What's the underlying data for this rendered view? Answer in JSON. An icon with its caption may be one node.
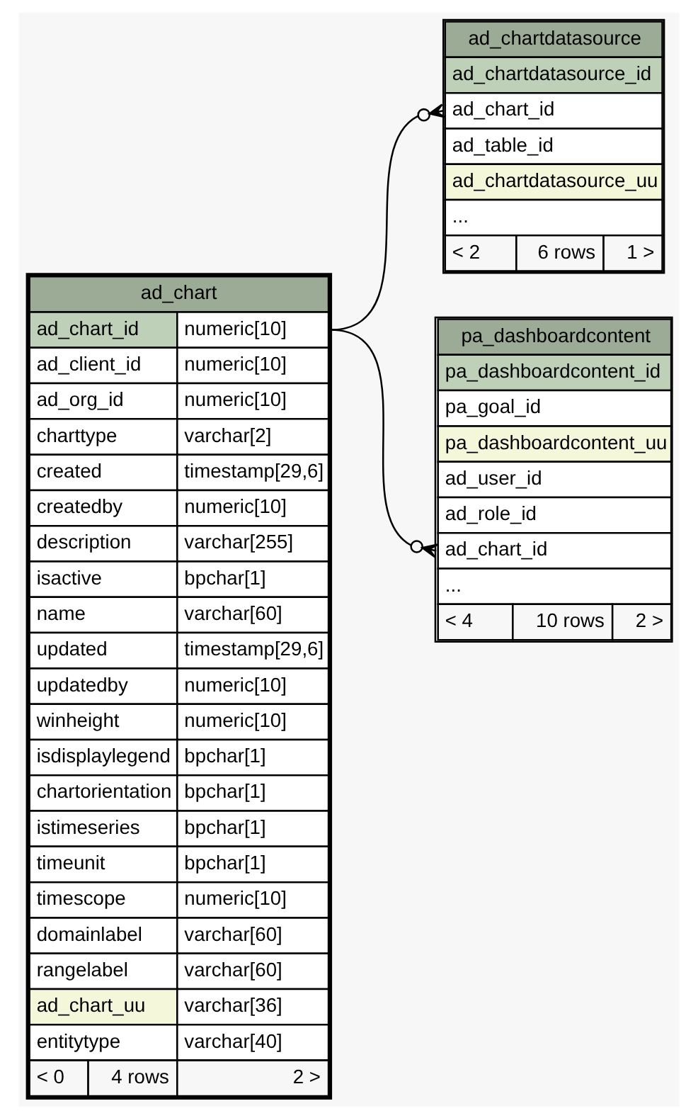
{
  "diagram": {
    "nodes": [
      {
        "text": [
          "ad_chart",
          "ad_chart_id",
          "numeric[10]",
          "ad_client_id",
          "numeric[10]",
          "ad_org_id",
          "numeric[10]",
          "charttype",
          "varchar[2]",
          "created",
          "timestamp[29,6]",
          "createdby",
          "numeric[10]",
          "description",
          "varchar[255]",
          "isactive",
          "bpchar[1]",
          "name",
          "varchar[60]",
          "updated",
          "timestamp[29,6]",
          "updatedby",
          "numeric[10]",
          "winheight",
          "numeric[10]",
          "isdisplaylegend",
          "bpchar[1]",
          "chartorientation",
          "bpchar[1]",
          "istimeseries",
          "bpchar[1]",
          "timeunit",
          "bpchar[1]",
          "timescope",
          "numeric[10]",
          "domainlabel",
          "varchar[60]",
          "rangelabel",
          "varchar[60]",
          "ad_chart_uu",
          "varchar[36]",
          "entitytype",
          "varchar[40]",
          "< 0",
          "4 rows",
          "2 >"
        ]
      },
      {
        "text": [
          "ad_chartdatasource",
          "ad_chartdatasource_id",
          "ad_chart_id",
          "ad_table_id",
          "ad_chartdatasource_uu",
          "...",
          "< 2",
          "6 rows",
          "1 >"
        ]
      },
      {
        "text": [
          "pa_dashboardcontent",
          "pa_dashboardcontent_id",
          "pa_goal_id",
          "pa_dashboardcontent_uu",
          "ad_user_id",
          "ad_role_id",
          "ad_chart_id",
          "...",
          "< 4",
          "10 rows",
          "2 >"
        ]
      }
    ],
    "edges": [
      {
        "from": 0,
        "to": 1,
        "arrow": "other"
      },
      {
        "from": 0,
        "to": 2,
        "arrow": "other"
      }
    ]
  }
}
